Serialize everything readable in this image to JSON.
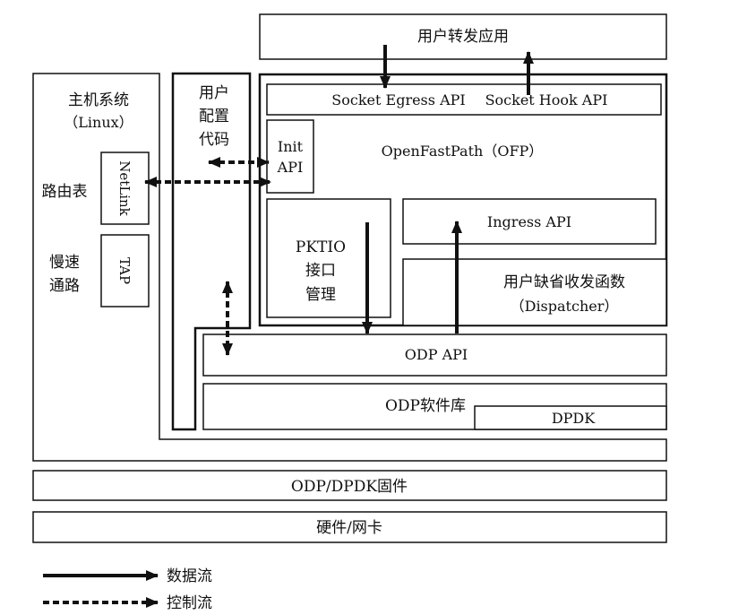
{
  "boxes": {
    "user_app": "用户转发应用",
    "host_title": "主机系统",
    "host_os": "（Linux）",
    "routing_table": "路由表",
    "slow_path_1": "慢速",
    "slow_path_2": "通路",
    "netlink": "NetLink",
    "tap": "TAP",
    "config_1": "用户",
    "config_2": "配置",
    "config_3": "代码",
    "socket_egress": "Socket Egress API",
    "socket_hook": "Socket Hook API",
    "init_1": "Init",
    "init_2": "API",
    "ofp": "OpenFastPath（OFP）",
    "pktio_1": "PKTIO",
    "pktio_2": "接口",
    "pktio_3": "管理",
    "ingress": "Ingress API",
    "dispatcher_1": "用户缺省收发函数",
    "dispatcher_2": "（Dispatcher）",
    "odp_api": "ODP API",
    "odp_lib": "ODP软件库",
    "dpdk": "DPDK",
    "firmware": "ODP/DPDK固件",
    "hardware": "硬件/网卡"
  },
  "legend": {
    "data_flow": "数据流",
    "control_flow": "控制流"
  },
  "colors": {
    "stroke": "#111111",
    "background": "#ffffff"
  }
}
